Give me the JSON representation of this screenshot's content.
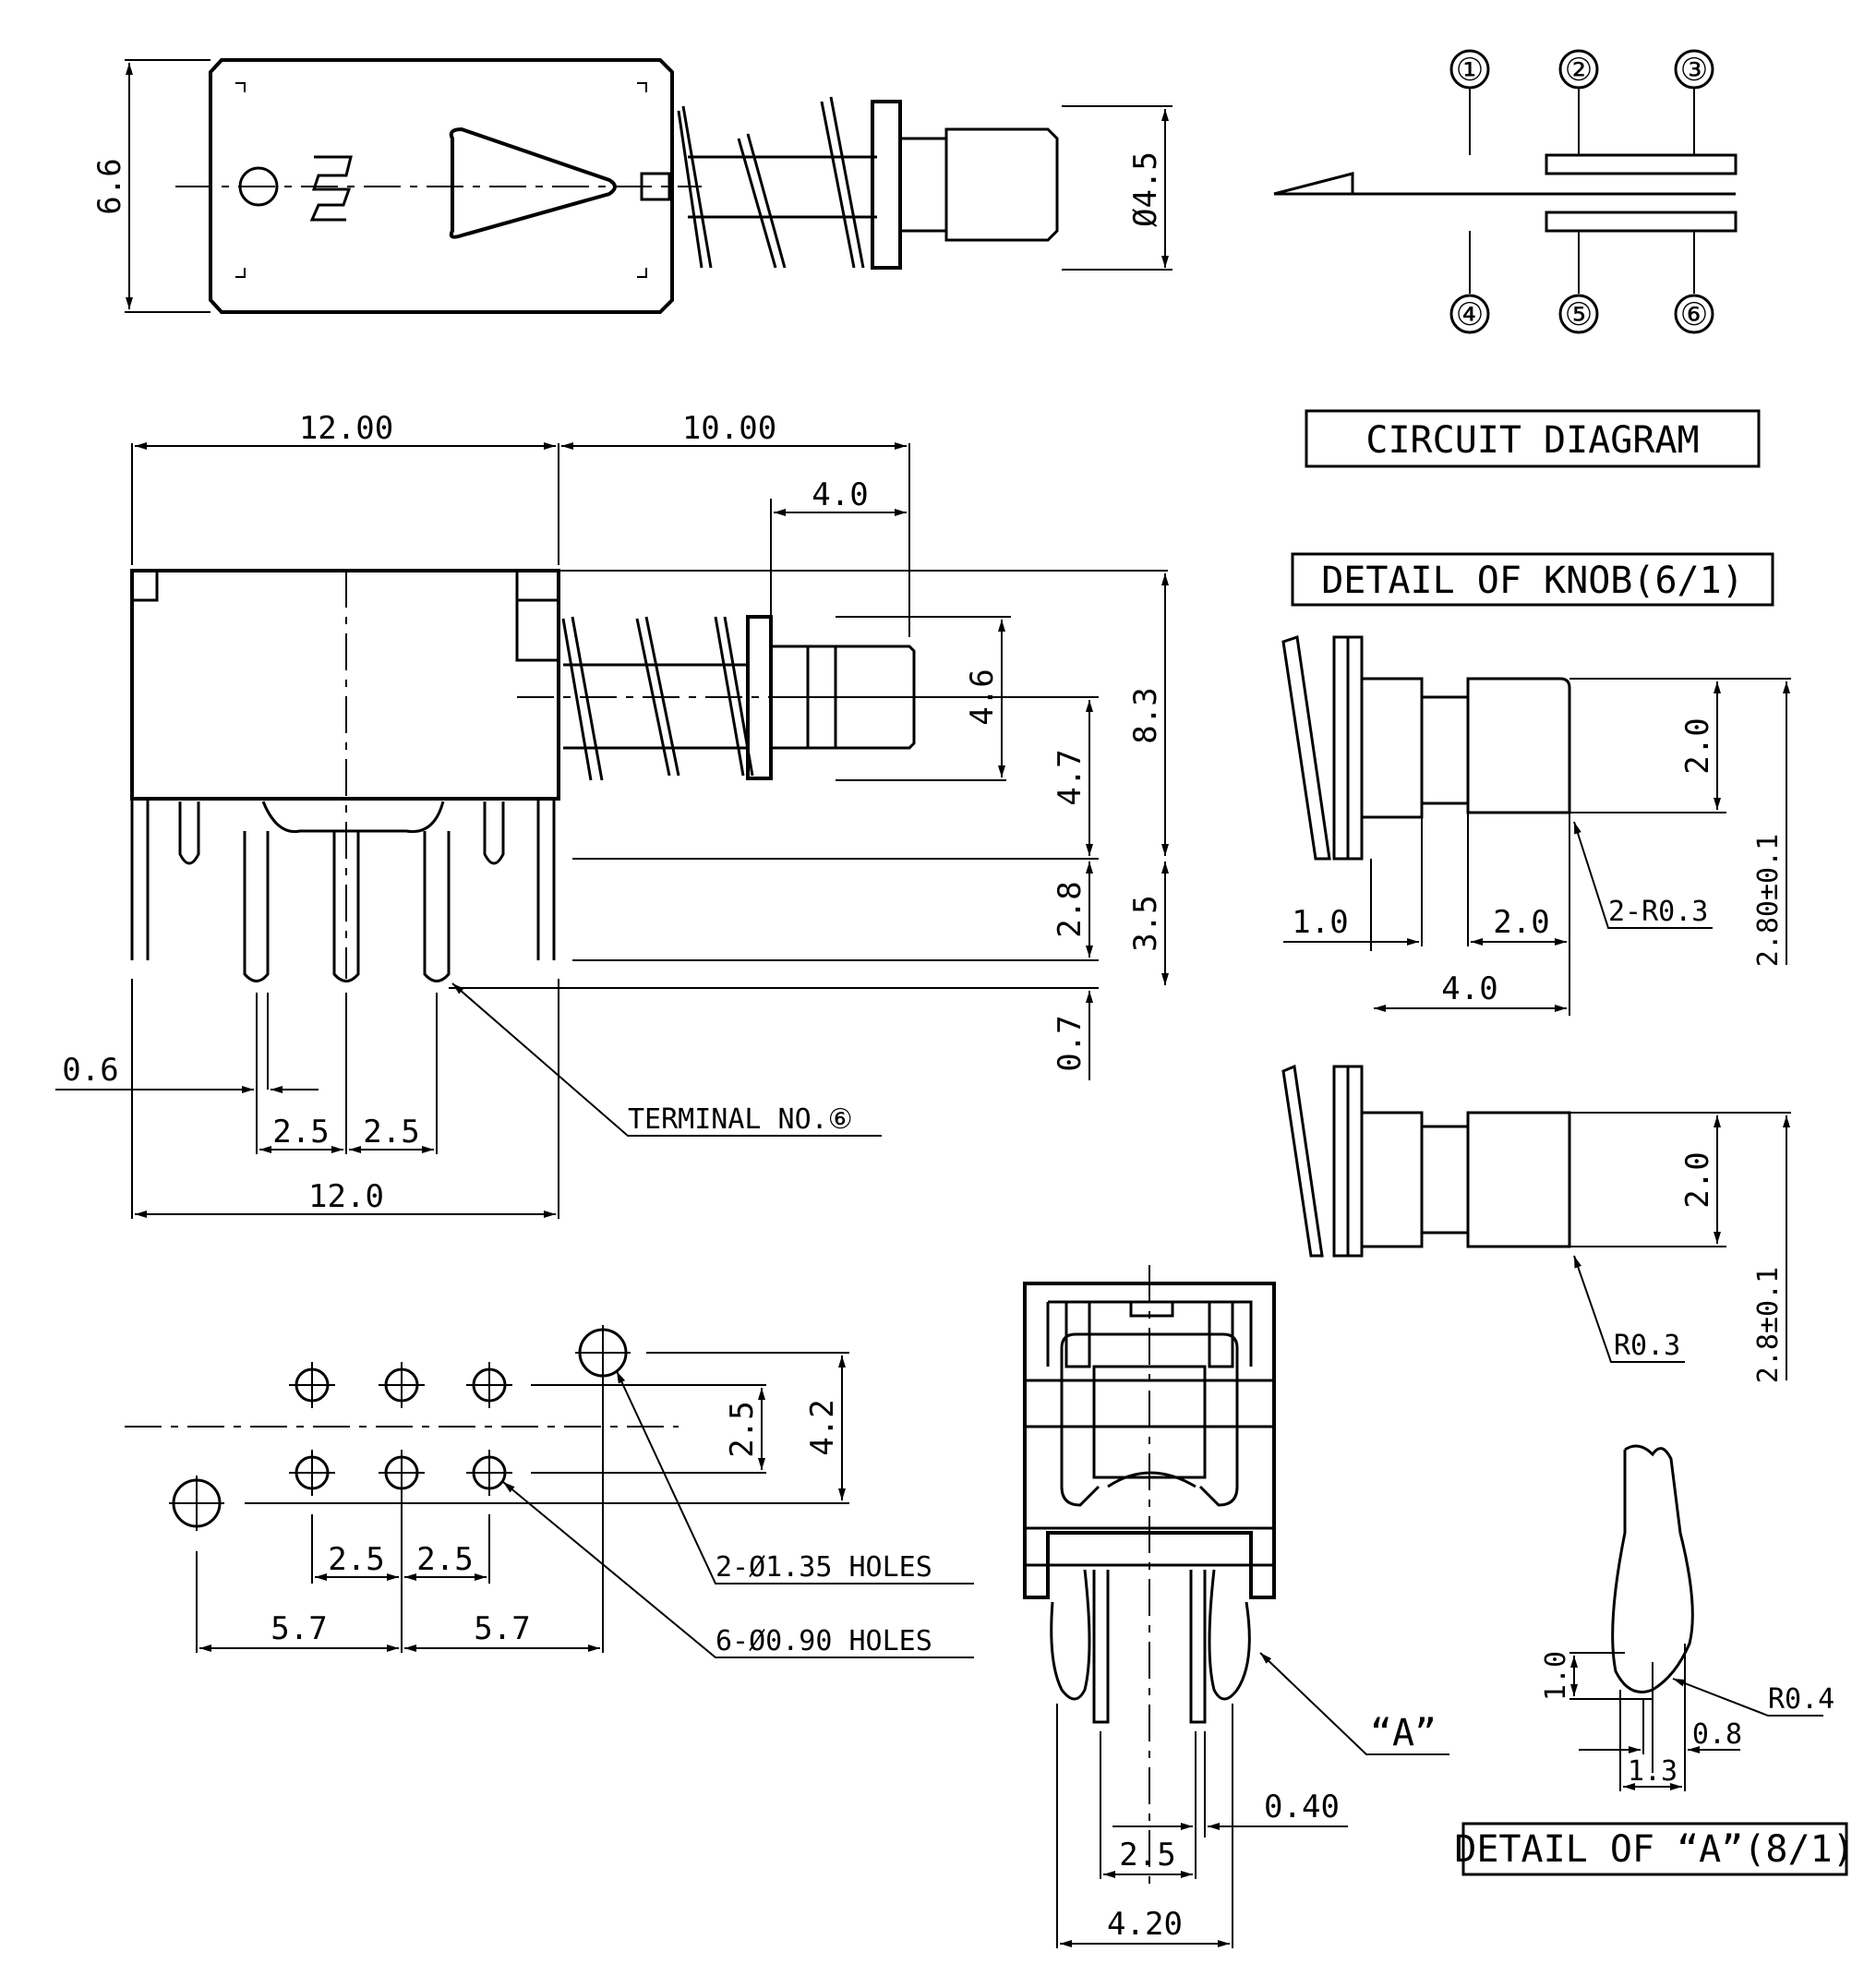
{
  "labels": {
    "circuit_diagram": "CIRCUIT DIAGRAM",
    "detail_knob": "DETAIL OF KNOB(6/1)",
    "detail_a": "DETAIL OF “A”(8/1)",
    "terminal_no6": "TERMINAL NO.⑥",
    "holes_2": "2-Ø1.35 HOLES",
    "holes_6": "6-Ø0.90 HOLES",
    "callout_a": "“A”",
    "r03_2": "2-R0.3",
    "r03": "R0.3",
    "r04": "R0.4"
  },
  "terminals": [
    "①",
    "②",
    "③",
    "④",
    "⑤",
    "⑥"
  ],
  "dimensions": {
    "top_height": "6.6",
    "top_dia": "Ø4.5",
    "side_12_00": "12.00",
    "side_10_00": "10.00",
    "side_4_0": "4.0",
    "side_4_6": "4.6",
    "side_4_7": "4.7",
    "side_8_3": "8.3",
    "side_2_8": "2.8",
    "side_3_5": "3.5",
    "side_0_7": "0.7",
    "side_0_6": "0.6",
    "side_2_5a": "2.5",
    "side_2_5b": "2.5",
    "side_12_0": "12.0",
    "knob_2_0": "2.0",
    "knob_2_80": "2.80±0.1",
    "knob_1_0": "1.0",
    "knob_2_0b": "2.0",
    "knob_4_0": "4.0",
    "knob2_2_0": "2.0",
    "knob2_2_8": "2.8±0.1",
    "pcb_2_5v": "2.5",
    "pcb_4_2": "4.2",
    "pcb_2_5a": "2.5",
    "pcb_2_5b": "2.5",
    "pcb_5_7a": "5.7",
    "pcb_5_7b": "5.7",
    "front_0_40": "0.40",
    "front_2_5": "2.5",
    "front_4_20": "4.20",
    "det_1_0": "1.0",
    "det_0_8": "0.8",
    "det_1_3": "1.3"
  }
}
